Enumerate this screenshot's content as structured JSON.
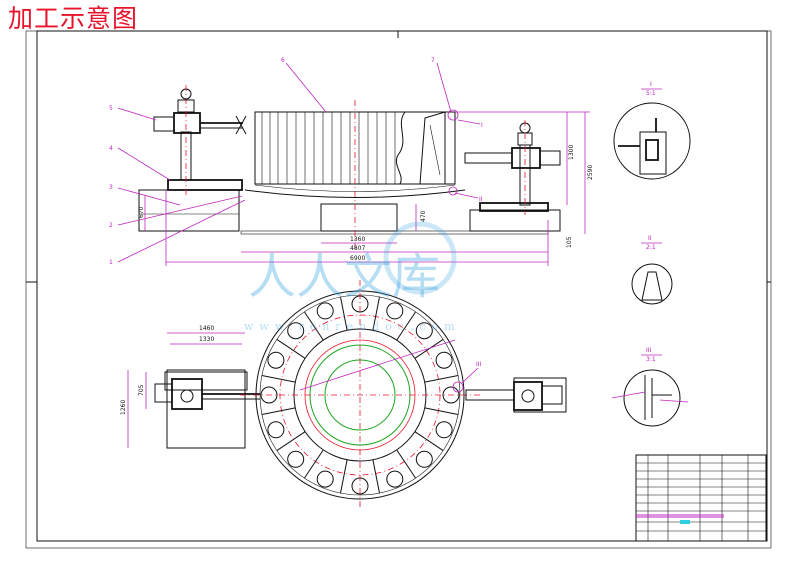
{
  "title": "加工示意图",
  "part_labels": [
    "5",
    "4",
    "3",
    "2",
    "1",
    "6",
    "7",
    "I",
    "II",
    "III"
  ],
  "dimensions": {
    "top": [
      "1360",
      "4807",
      "6900",
      "1300",
      "2590",
      "670",
      "470",
      "105"
    ],
    "plan": [
      "1460",
      "1330",
      "705",
      "1260"
    ]
  },
  "details": [
    {
      "label": "I",
      "scale": "5:1"
    },
    {
      "label": "II",
      "scale": "2:1"
    },
    {
      "label": "III",
      "scale": "3:1"
    }
  ],
  "watermark": {
    "text": "人人文库",
    "url": "www.renrendoc.com"
  },
  "colors": {
    "title": "#e8132b",
    "annotation": "#c026c0",
    "centerline": "#e8132b",
    "green": "#1fa51f",
    "watermark": "#2f9fe0"
  }
}
